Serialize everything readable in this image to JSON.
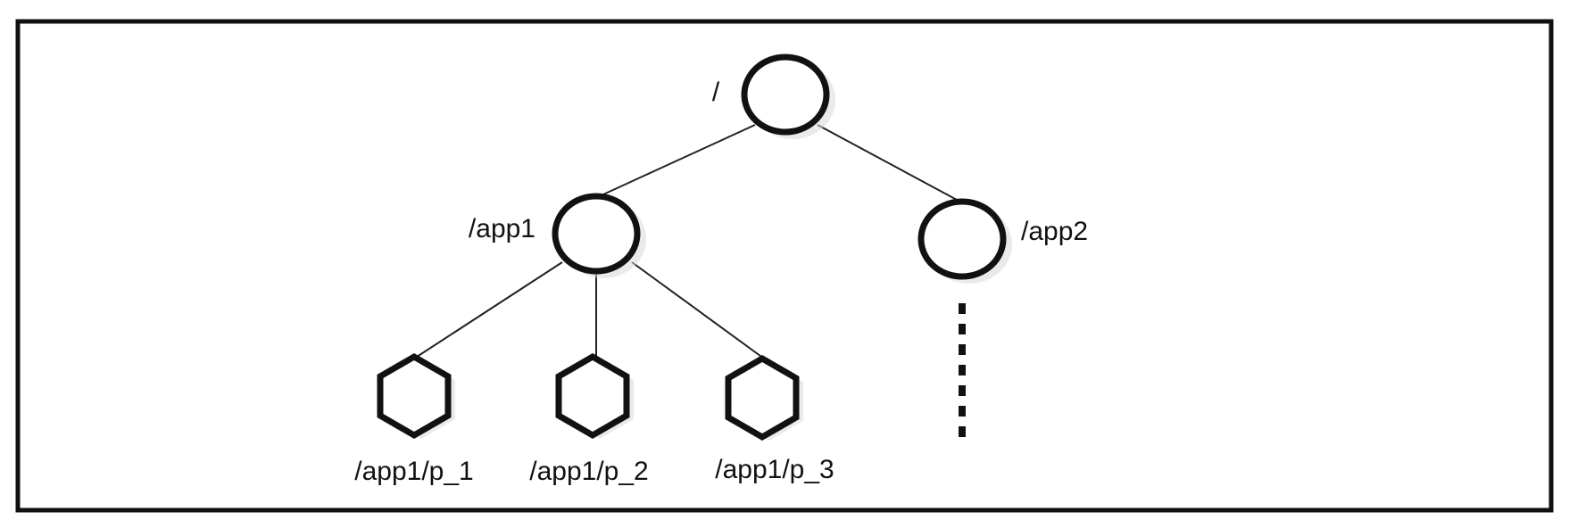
{
  "diagram": {
    "type": "tree",
    "nodes": [
      {
        "id": "root",
        "label": "/",
        "shape": "circle"
      },
      {
        "id": "app1",
        "label": "/app1",
        "shape": "circle"
      },
      {
        "id": "app2",
        "label": "/app2",
        "shape": "circle"
      },
      {
        "id": "p1",
        "label": "/app1/p_1",
        "shape": "hexagon"
      },
      {
        "id": "p2",
        "label": "/app1/p_2",
        "shape": "hexagon"
      },
      {
        "id": "p3",
        "label": "/app1/p_3",
        "shape": "hexagon"
      }
    ],
    "edges": [
      {
        "from": "root",
        "to": "app1"
      },
      {
        "from": "root",
        "to": "app2"
      },
      {
        "from": "app1",
        "to": "p1"
      },
      {
        "from": "app1",
        "to": "p2"
      },
      {
        "from": "app1",
        "to": "p3"
      }
    ],
    "continuation_below": "app2"
  }
}
